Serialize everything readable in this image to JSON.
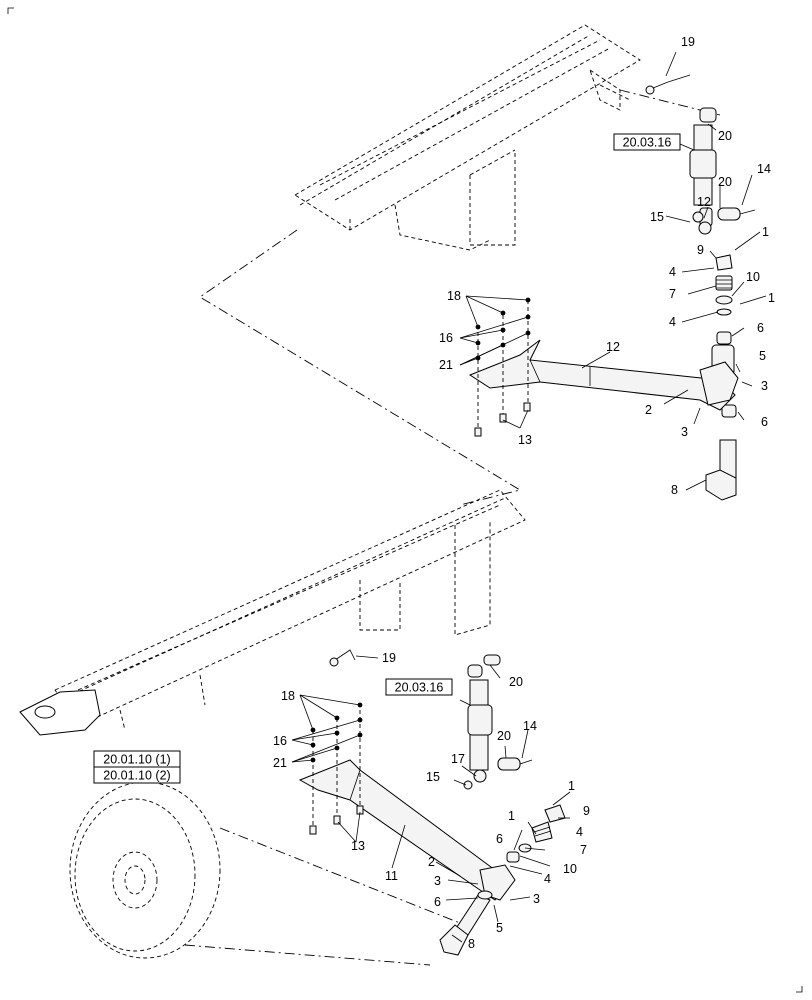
{
  "references": {
    "upper_cylinder": "20.03.16",
    "lower_cylinder": "20.03.16",
    "wheel_1": "20.01.10 (1)",
    "wheel_2": "20.01.10 (2)"
  },
  "callouts_upper": {
    "c19": "19",
    "c20a": "20",
    "c14": "14",
    "c20b": "20",
    "c12": "12",
    "c15": "15",
    "c1a": "1",
    "c9": "9",
    "c4a": "4",
    "c10": "10",
    "c7": "7",
    "c1b": "1",
    "c4b": "4",
    "c6a": "6",
    "c5": "5",
    "c3a": "3",
    "c6b": "6",
    "c3b": "3",
    "c2": "2",
    "c8": "8",
    "c18": "18",
    "c16": "16",
    "c21": "21",
    "c12arm": "12",
    "c13": "13"
  },
  "callouts_lower": {
    "c19": "19",
    "c20a": "20",
    "c18": "18",
    "c16": "16",
    "c21": "21",
    "c17": "17",
    "c15": "15",
    "c20b": "20",
    "c14": "14",
    "c1a": "1",
    "c9": "9",
    "c4a": "4",
    "c1b": "1",
    "c7": "7",
    "c6": "6",
    "c10": "10",
    "c4b": "4",
    "c13": "13",
    "c11": "11",
    "c2": "2",
    "c3a": "3",
    "c6b": "6",
    "c3b": "3",
    "c5": "5",
    "c8": "8"
  }
}
